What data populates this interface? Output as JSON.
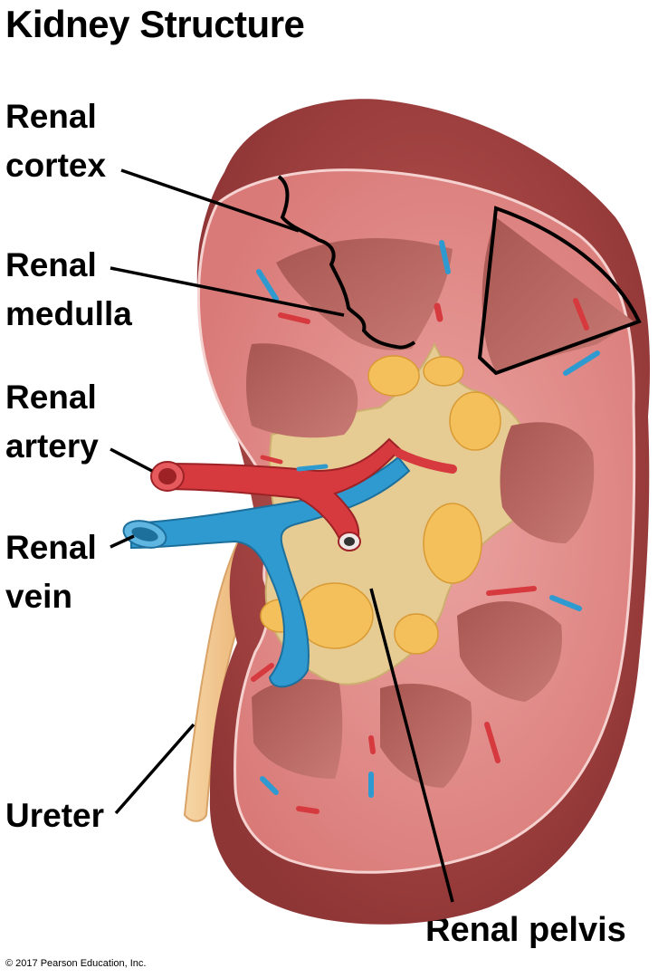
{
  "title": "Kidney Structure",
  "labels": {
    "cortex": [
      "Renal",
      "cortex"
    ],
    "medulla": [
      "Renal",
      "medulla"
    ],
    "artery": [
      "Renal",
      "artery"
    ],
    "vein": [
      "Renal",
      "vein"
    ],
    "ureter": "Ureter",
    "pelvis": "Renal pelvis"
  },
  "copyright": "© 2017 Pearson Education, Inc.",
  "colors": {
    "capsule": "#b04a4a",
    "cortex": "#e08a88",
    "medulla": "#b96863",
    "pelvis": "#e2c98e",
    "fat": "#f2bf5a",
    "artery": "#d63a3f",
    "vein": "#2f9ad0",
    "ureter": "#f1c98f"
  }
}
